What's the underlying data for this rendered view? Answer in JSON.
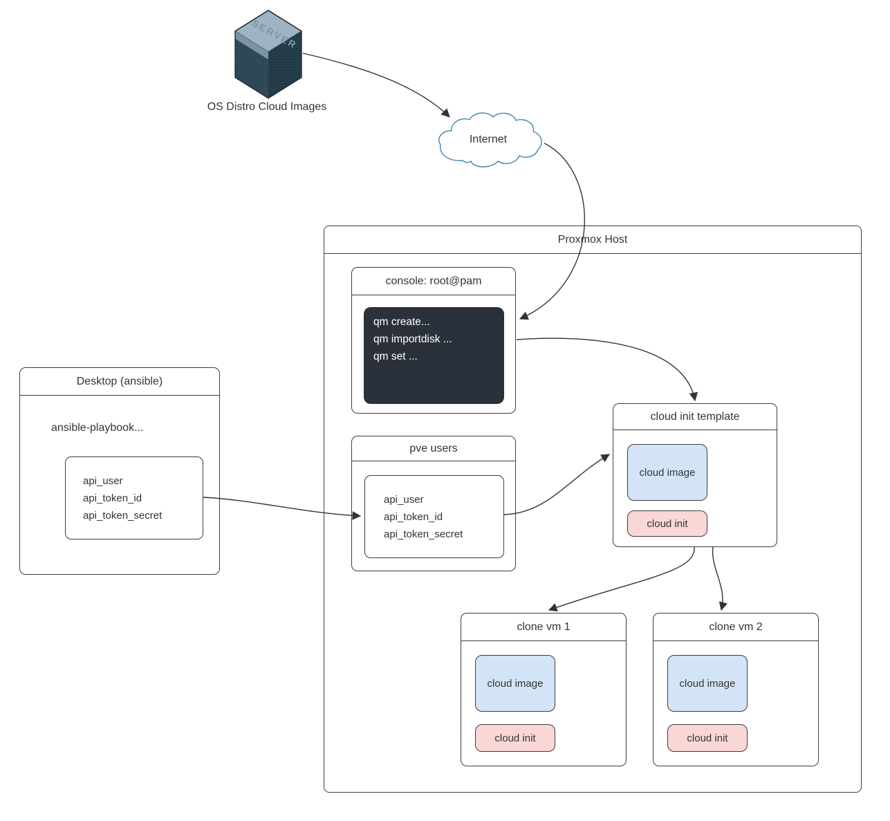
{
  "diagram": {
    "os_images": {
      "label": "OS Distro Cloud Images",
      "icon_label": "SERVER"
    },
    "internet": {
      "label": "Internet"
    },
    "proxmox": {
      "title": "Proxmox Host"
    },
    "console": {
      "title": "console: root@pam",
      "terminal_lines": [
        "qm create...",
        "qm importdisk ...",
        "qm set ..."
      ]
    },
    "pve_users": {
      "title": "pve users",
      "fields": [
        "api_user",
        "api_token_id",
        "api_token_secret"
      ]
    },
    "desktop": {
      "title": "Desktop (ansible)",
      "command": "ansible-playbook...",
      "fields": [
        "api_user",
        "api_token_id",
        "api_token_secret"
      ]
    },
    "template": {
      "title": "cloud init template",
      "image_label": "cloud image",
      "init_label": "cloud init"
    },
    "clone_vm_1": {
      "title": "clone vm 1",
      "image_label": "cloud image",
      "init_label": "cloud init"
    },
    "clone_vm_2": {
      "title": "clone vm 2",
      "image_label": "cloud image",
      "init_label": "cloud init"
    },
    "edges": [
      {
        "from": "os-distro-cloud-images",
        "to": "internet"
      },
      {
        "from": "internet",
        "to": "console-terminal"
      },
      {
        "from": "console",
        "to": "cloud-init-template"
      },
      {
        "from": "desktop-api-credentials",
        "to": "pve-users-credentials"
      },
      {
        "from": "pve-users-credentials",
        "to": "cloud-init-template"
      },
      {
        "from": "cloud-init-template",
        "to": "clone-vm-1"
      },
      {
        "from": "cloud-init-template",
        "to": "clone-vm-2"
      }
    ],
    "colors": {
      "cloud_image_fill": "#d4e4f7",
      "cloud_init_fill": "#f9d7d6",
      "terminal_bg": "#2b313a",
      "line": "#333333",
      "internet_cloud_stroke": "#3b87ad"
    }
  }
}
